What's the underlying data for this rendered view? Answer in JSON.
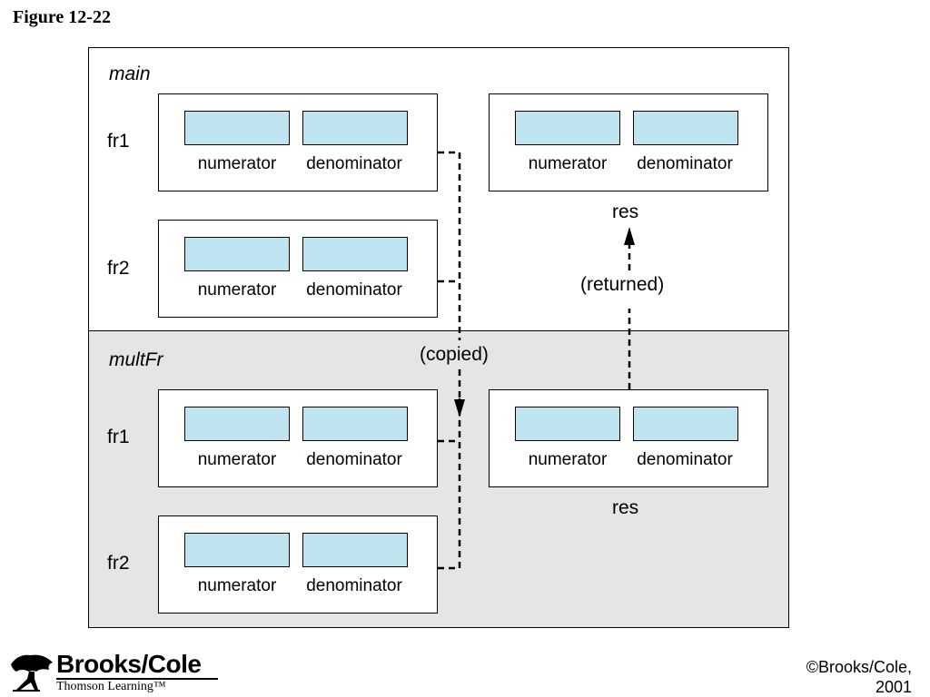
{
  "figure_title": "Figure 12-22",
  "main": {
    "name": "main",
    "fr1": {
      "label": "fr1",
      "field1": "numerator",
      "field2": "denominator"
    },
    "fr2": {
      "label": "fr2",
      "field1": "numerator",
      "field2": "denominator"
    },
    "res": {
      "label": "res",
      "field1": "numerator",
      "field2": "denominator"
    }
  },
  "multFr": {
    "name": "multFr",
    "fr1": {
      "label": "fr1",
      "field1": "numerator",
      "field2": "denominator"
    },
    "fr2": {
      "label": "fr2",
      "field1": "numerator",
      "field2": "denominator"
    },
    "res": {
      "label": "res",
      "field1": "numerator",
      "field2": "denominator"
    }
  },
  "annotations": {
    "copied": "(copied)",
    "returned": "(returned)"
  },
  "logo": {
    "name": "Brooks/Cole",
    "subtitle": "Thomson Learning™"
  },
  "copyright": {
    "line1": "©Brooks/Cole,",
    "line2": "2001"
  },
  "colors": {
    "field_fill": "#bee4f0",
    "callee_background": "#e5e5e5"
  }
}
